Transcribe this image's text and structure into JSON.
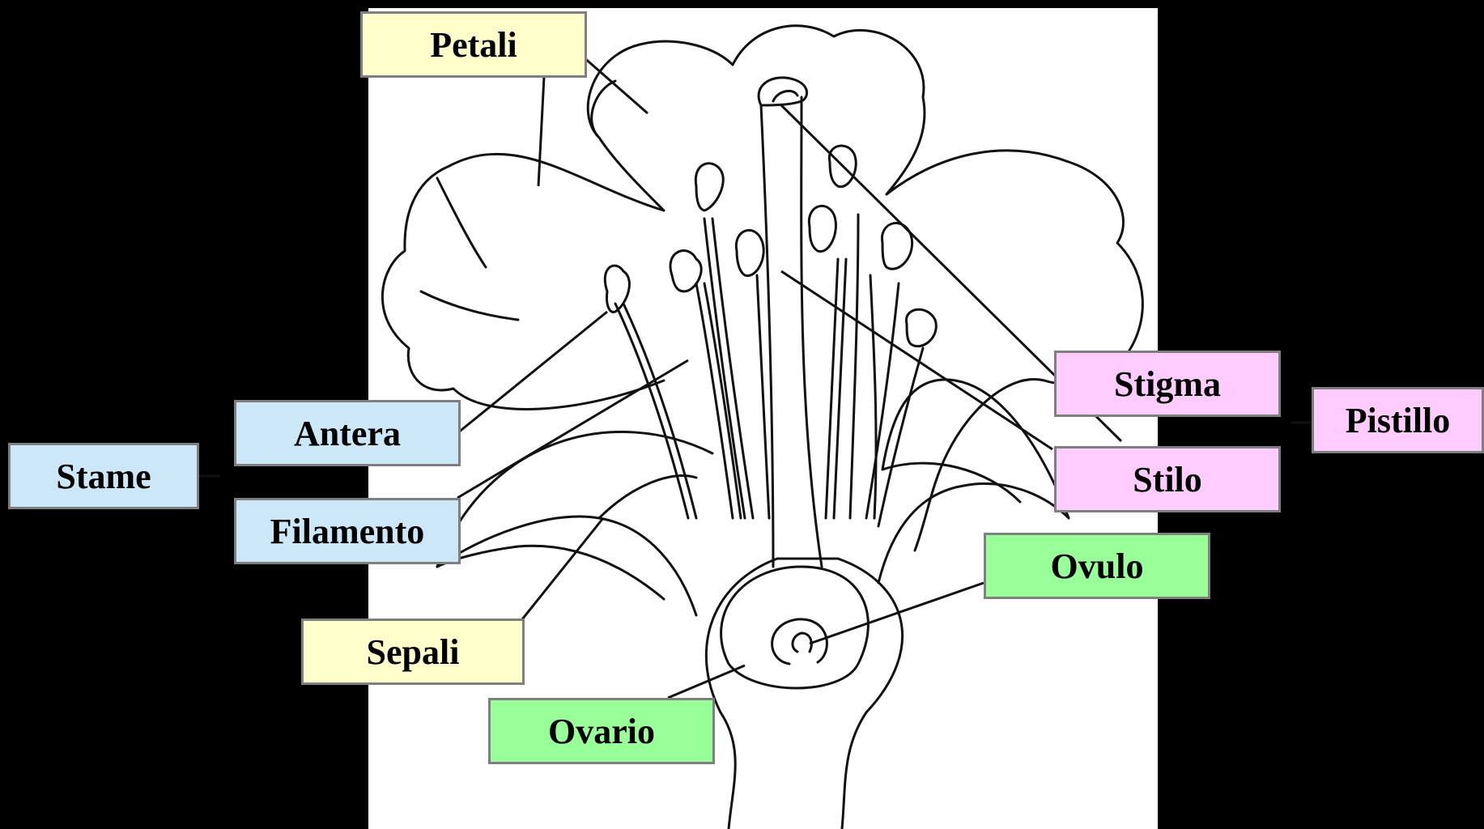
{
  "colors": {
    "background": "#000000",
    "panel": "#ffffff",
    "petal_sepal_label": "#ffffcc",
    "stamen_label": "#cce8f8",
    "pistil_label": "#ffccff",
    "ovary_label": "#99ff99",
    "label_border": "#7f7f7f",
    "line": "#111111"
  },
  "labels": {
    "petali": "Petali",
    "antera": "Antera",
    "stame": "Stame",
    "filamento": "Filamento",
    "sepali": "Sepali",
    "ovario": "Ovario",
    "stigma": "Stigma",
    "pistillo": "Pistillo",
    "stilo": "Stilo",
    "ovulo": "Ovulo"
  }
}
